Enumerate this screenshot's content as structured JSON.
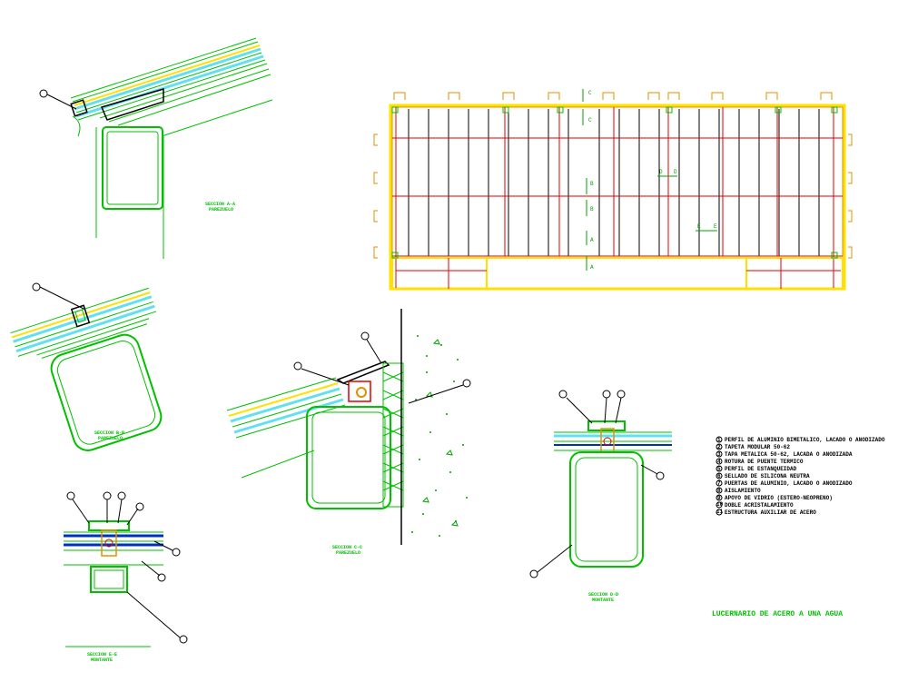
{
  "colors": {
    "background": "#ffffff",
    "line": "#00c000",
    "dark": "#000000",
    "red": "#e00000",
    "yellow": "#ffe000",
    "cyan": "#60e0f0",
    "blue": "#0030c0",
    "orange": "#e09000"
  },
  "drawing": {
    "title": "LUCERNARIO DE ACERO A UNA AGUA",
    "sections": [
      {
        "id": "a",
        "title": "SECCION A-A",
        "subtitle": "PAREZUELO"
      },
      {
        "id": "b",
        "title": "SECCION B-B",
        "subtitle": "PAREZUELO"
      },
      {
        "id": "c",
        "title": "SECCION C-C",
        "subtitle": "PAREZUELO"
      },
      {
        "id": "d",
        "title": "SECCION D-D",
        "subtitle": "MONTANTE"
      },
      {
        "id": "e",
        "title": "SECCION E-E",
        "subtitle": "MONTANTE"
      }
    ],
    "plan_cuts": [
      "C",
      "C",
      "B",
      "B",
      "A",
      "A",
      "D",
      "D",
      "E",
      "E"
    ],
    "legend": [
      {
        "num": "1",
        "text": "PERFIL DE ALUMINIO BIMETALICO, LACADO O ANODIZADO"
      },
      {
        "num": "2",
        "text": "TAPETA MODULAR 50-62"
      },
      {
        "num": "3",
        "text": "TAPA METALICA 50-62, LACADA O ANODIZADA"
      },
      {
        "num": "4",
        "text": "ROTURA DE PUENTE TERMICO"
      },
      {
        "num": "5",
        "text": "PERFIL DE ESTANQUEIDAD"
      },
      {
        "num": "6",
        "text": "SELLADO DE SILICONA NEUTRA"
      },
      {
        "num": "7",
        "text": "PUERTAS DE ALUMINIO, LACADO O ANODIZADO"
      },
      {
        "num": "8",
        "text": "AISLAMIENTO"
      },
      {
        "num": "9",
        "text": "APOYO DE VIDRIO (ESTERO-NEOPRENO)"
      },
      {
        "num": "10",
        "text": "DOBLE ACRISTALAMIENTO"
      },
      {
        "num": "11",
        "text": "ESTRUCTURA AUXILIAR DE ACERO"
      }
    ]
  }
}
